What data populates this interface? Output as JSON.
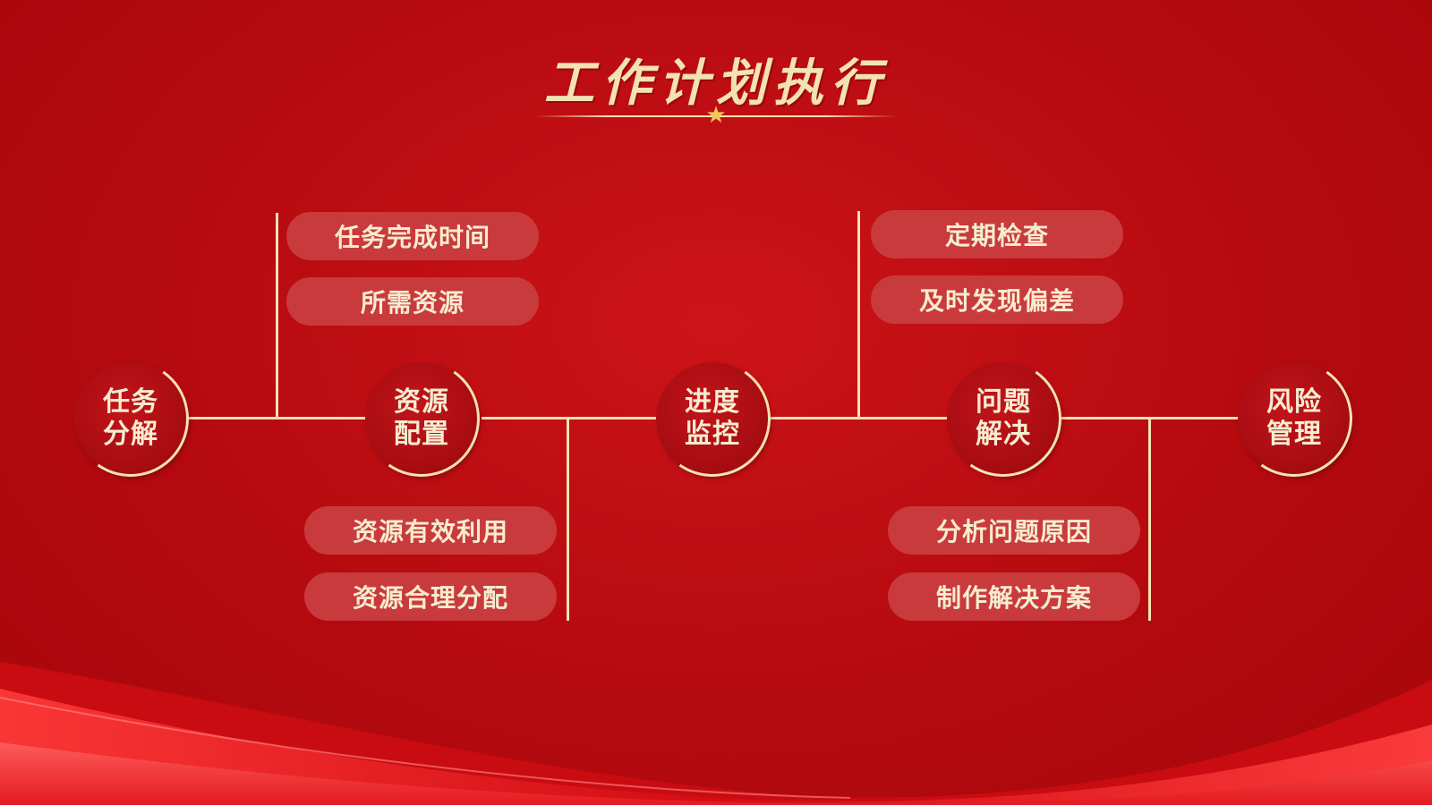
{
  "title": "工作计划执行",
  "icons": {
    "title_star": "star-icon"
  },
  "colors": {
    "background": "#b50a0f",
    "accent_gold": "#f3e2b3",
    "pill": "#c93a3d",
    "node": "#a50c11"
  },
  "nodes": [
    {
      "label": "任务分解"
    },
    {
      "label": "资源配置"
    },
    {
      "label": "进度监控"
    },
    {
      "label": "问题解决"
    },
    {
      "label": "风险管理"
    }
  ],
  "branches": {
    "upper_left": [
      "任务完成时间",
      "所需资源"
    ],
    "lower_left": [
      "资源有效利用",
      "资源合理分配"
    ],
    "upper_right": [
      "定期检查",
      "及时发现偏差"
    ],
    "lower_right": [
      "分析问题原因",
      "制作解决方案"
    ]
  }
}
